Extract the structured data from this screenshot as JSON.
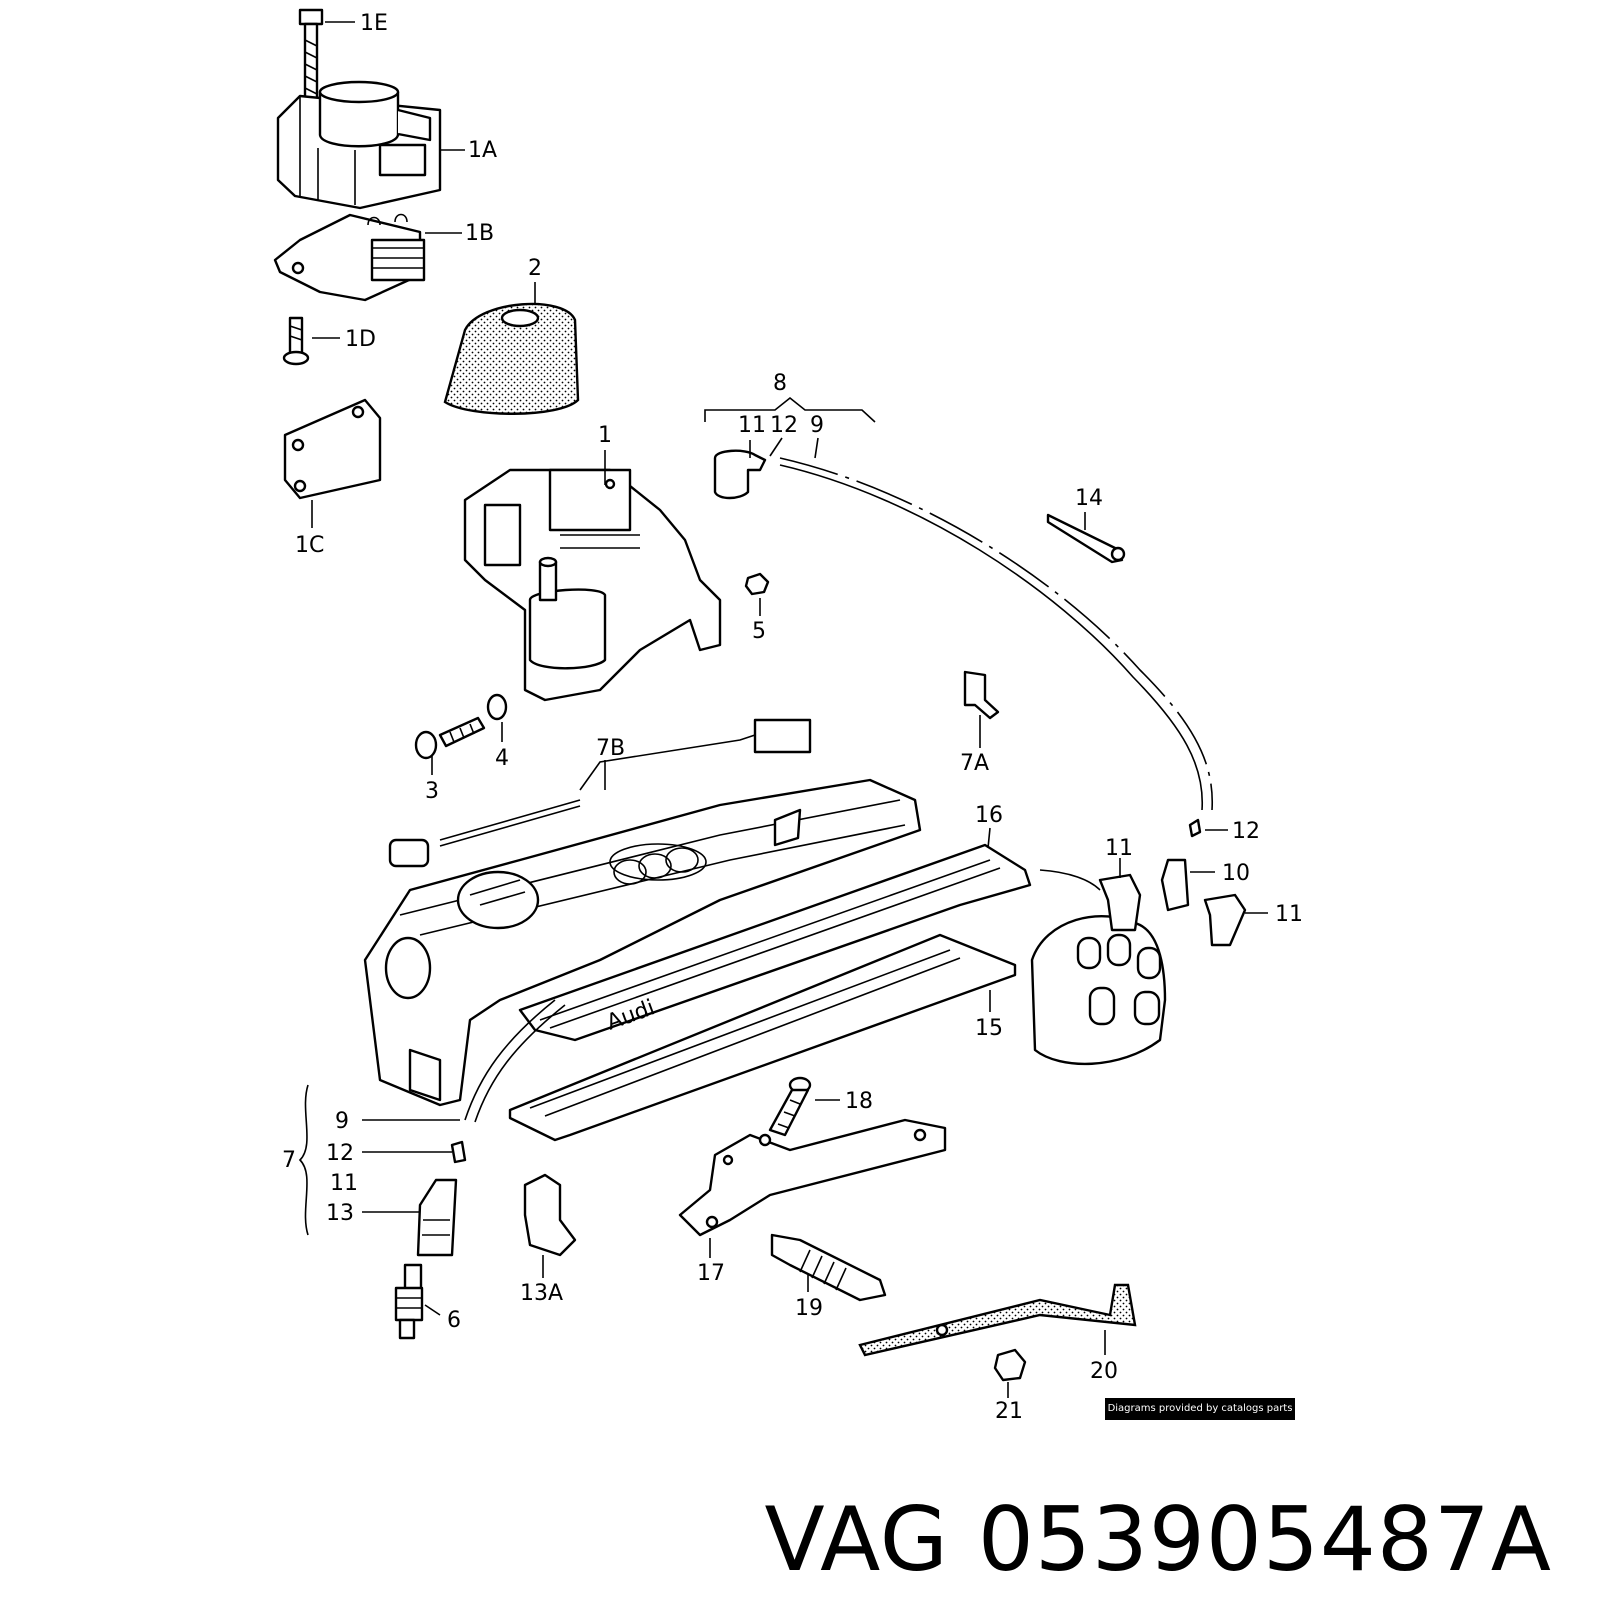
{
  "labels": {
    "l1E": "1E",
    "l1A": "1A",
    "l1B": "1B",
    "l1D": "1D",
    "l1C": "1C",
    "l2": "2",
    "l8": "8",
    "l8_11": "11",
    "l8_12": "12",
    "l8_9": "9",
    "l1": "1",
    "l14": "14",
    "l5": "5",
    "l3": "3",
    "l4": "4",
    "l7B": "7B",
    "l7A": "7A",
    "l16": "16",
    "l12r": "12",
    "l11a": "11",
    "l10": "10",
    "l11b": "11",
    "l15": "15",
    "l7": "7",
    "l7_9": "9",
    "l7_12": "12",
    "l7_11": "11",
    "l7_13": "13",
    "l13A": "13A",
    "l6": "6",
    "l18": "18",
    "l17": "17",
    "l19": "19",
    "l20": "20",
    "l21": "21"
  },
  "credit": "Diagrams provided by catalogs parts",
  "footer": {
    "brand": "VAG",
    "part_number": "053905487A"
  }
}
